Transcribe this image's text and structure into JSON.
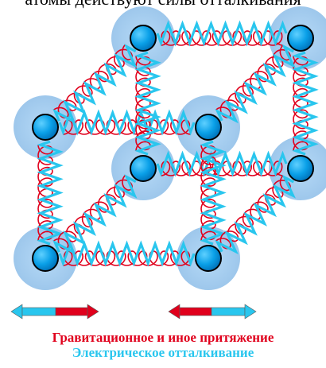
{
  "caption": "атомы действуют силы отталкивания",
  "colors": {
    "atom_core": "#0aa0e8",
    "atom_outline": "#000000",
    "atom_halo": "#9dc8ef",
    "attraction": "#e0001c",
    "repulsion": "#29c6ee",
    "background": "#ffffff"
  },
  "diagram": {
    "atoms": [
      "top-left-back",
      "top-right-back",
      "top-left-front",
      "top-right-front",
      "bottom-left-back",
      "bottom-right-back",
      "bottom-left-front",
      "bottom-right-front"
    ],
    "bonds": 12,
    "bond_types": [
      "attraction-spring",
      "repulsion-spring"
    ]
  },
  "legend": {
    "attraction_label": "Гравитационное и иное притяжение",
    "repulsion_label": "Электрическое отталкивание",
    "attraction_color": "#e0001c",
    "repulsion_color": "#29c6ee"
  }
}
